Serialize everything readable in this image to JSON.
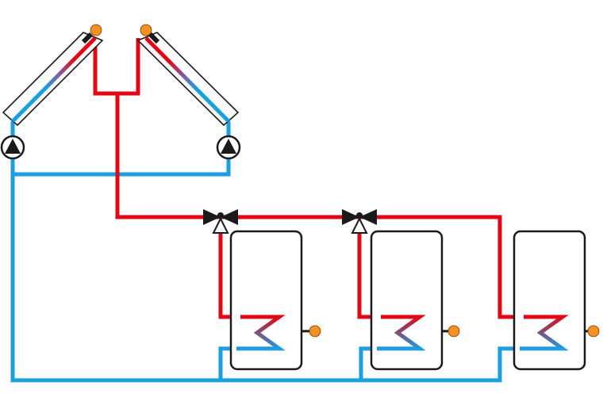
{
  "colors": {
    "hot": "#e30613",
    "cold": "#1b9ee2",
    "outline": "#1a1a1a",
    "sensor": "#f39123",
    "background": "#ffffff"
  },
  "components": {
    "collectors": [
      "left-collector",
      "right-collector"
    ],
    "pumps": [
      "left-pump",
      "right-pump"
    ],
    "valves": [
      "valve-1",
      "valve-2"
    ],
    "tanks": [
      "storage-tank-1",
      "storage-tank-2",
      "storage-tank-3"
    ],
    "sensor_icon": "temperature-sensor-icon",
    "pump_icon": "pump-icon",
    "valve_icon": "three-way-valve-icon"
  }
}
